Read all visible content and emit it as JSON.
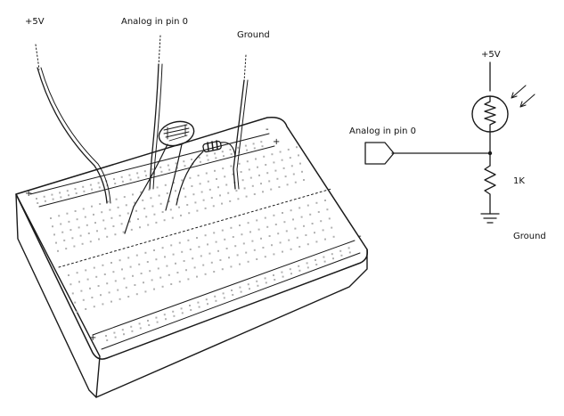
{
  "breadboard_labels": {
    "plus5v": "+5V",
    "analog_in": "Analog in pin 0",
    "ground": "Ground",
    "rail_plus": "+",
    "rail_minus": "-"
  },
  "schematic_labels": {
    "plus5v": "+5V",
    "analog_in": "Analog in pin 0",
    "resistor": "1K",
    "ground": "Ground"
  },
  "colors": {
    "ink": "#1a1a1a",
    "hole": "#b0b0b0",
    "background": "#ffffff"
  }
}
